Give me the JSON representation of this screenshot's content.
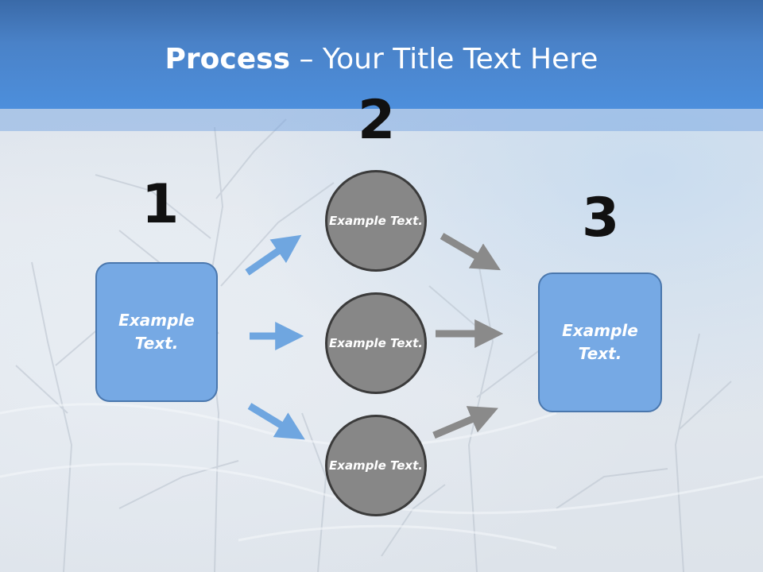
{
  "header": {
    "title_bold": "Process",
    "title_rest": " – Your Title Text Here"
  },
  "steps": {
    "one": "1",
    "two": "2",
    "three": "3"
  },
  "left_box": {
    "text": "Example Text."
  },
  "circles": [
    {
      "text": "Example Text."
    },
    {
      "text": "Example Text."
    },
    {
      "text": "Example Text."
    }
  ],
  "right_box": {
    "text": "Example Text."
  },
  "colors": {
    "header": "#4d8fdc",
    "box_fill": "#76a9e4",
    "circle_fill": "#878787",
    "arrow_blue": "#6fa6e0",
    "arrow_gray": "#8a8a8a"
  }
}
